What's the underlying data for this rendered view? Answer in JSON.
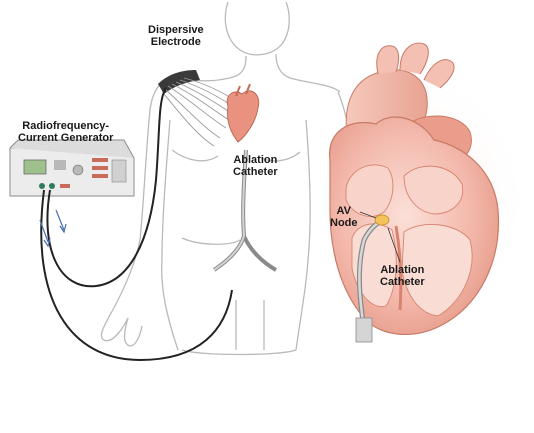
{
  "labels": {
    "dispersive_electrode": [
      "Dispersive",
      "Electrode"
    ],
    "generator": [
      "Radiofrequency-",
      "Current Generator"
    ],
    "ablation_catheter_body": [
      "Ablation",
      "Catheter"
    ],
    "av_node": [
      "AV",
      "Node"
    ],
    "ablation_catheter_heart": [
      "Ablation",
      "Catheter"
    ]
  },
  "colors": {
    "skin_outline": "#b9b9b9",
    "heart_fill": "#f3b8ab",
    "heart_dark": "#d9826f",
    "cable": "#222222",
    "generator_body": "#ececec",
    "generator_display": "#9ec08a"
  }
}
